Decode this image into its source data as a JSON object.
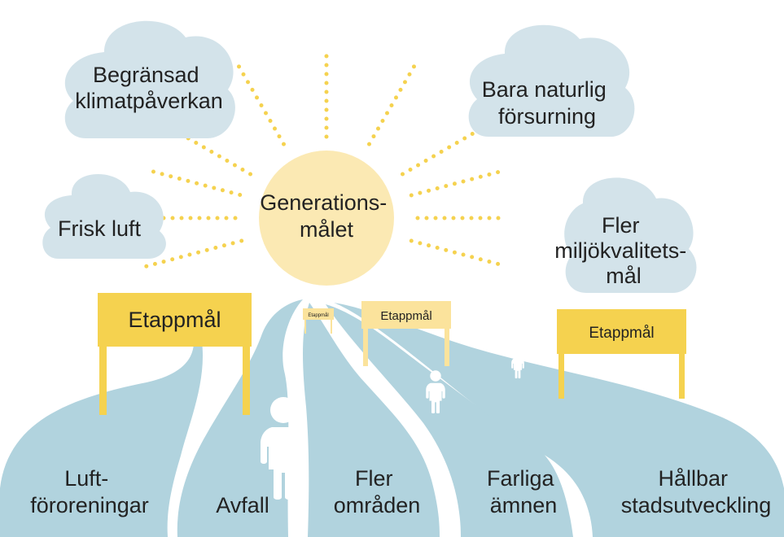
{
  "colors": {
    "cloud": "#d3e3ea",
    "road": "#b1d3de",
    "sun": "#fbe9b3",
    "ray": "#f5d24f",
    "sign": "#f5d24f",
    "sign_light": "#fbe39c",
    "text": "#222222"
  },
  "sun": {
    "lines": [
      "Generations-",
      "målet"
    ]
  },
  "clouds": [
    {
      "lines": [
        "Begränsad",
        "klimatpåverkan"
      ]
    },
    {
      "lines": [
        "Bara naturlig",
        "försurning"
      ]
    },
    {
      "lines": [
        "Frisk luft"
      ]
    },
    {
      "lines": [
        "Fler",
        "miljökvalitets-",
        "mål"
      ]
    }
  ],
  "signs": [
    {
      "label": "Etappmål"
    },
    {
      "label": "Etappmål"
    },
    {
      "label": "Etappmål"
    },
    {
      "label": "Etappmål"
    }
  ],
  "roads": [
    {
      "lines": [
        "Luft-",
        "föroreningar"
      ]
    },
    {
      "lines": [
        "Avfall"
      ]
    },
    {
      "lines": [
        "Fler",
        "områden"
      ]
    },
    {
      "lines": [
        "Farliga",
        "ämnen"
      ]
    },
    {
      "lines": [
        "Hållbar",
        "stadsutveckling"
      ]
    }
  ],
  "figures": [
    {
      "icon": "person-icon"
    },
    {
      "icon": "person-icon"
    },
    {
      "icon": "person-icon"
    }
  ]
}
